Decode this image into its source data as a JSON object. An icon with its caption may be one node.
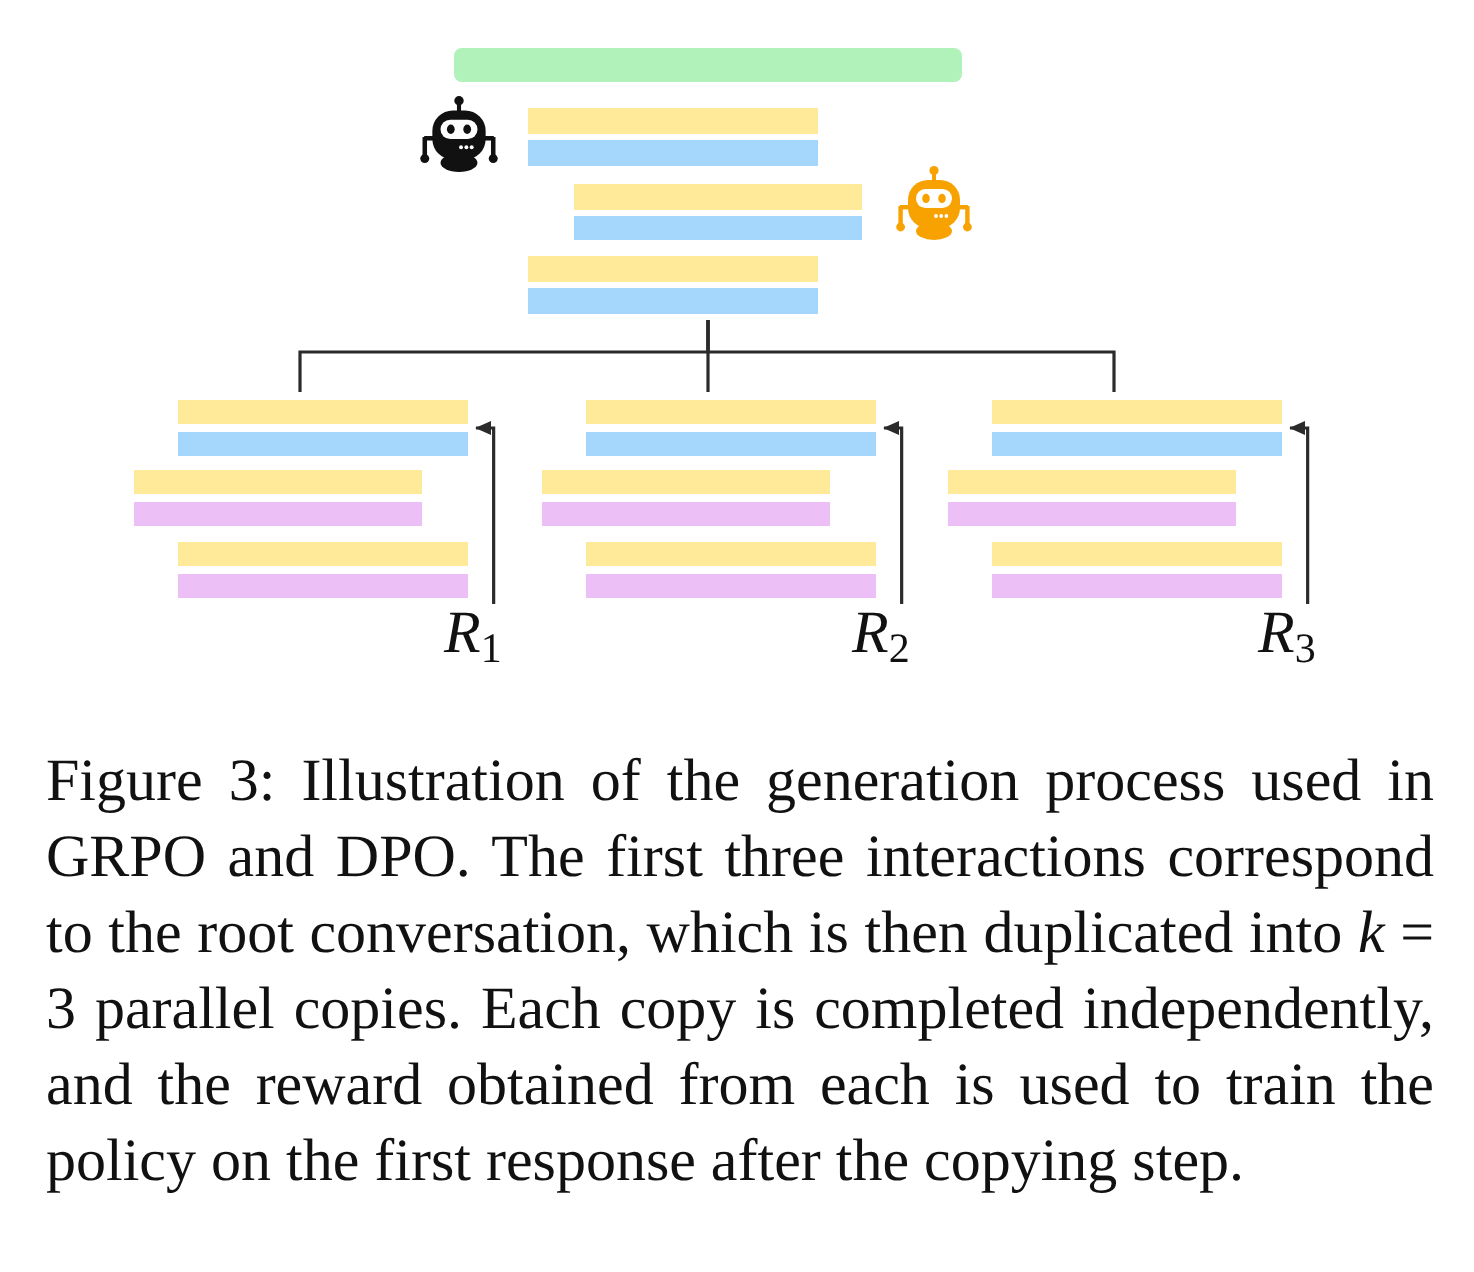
{
  "diagram": {
    "caption": "Figure 3: Illustration of the generation process used in GRPO and DPO. The first three interactions correspond to the root conversation, which is then duplicated into *k* = 3 parallel copies. Each copy is completed independently, and the reward obtained from each is used to train the policy on the first response after the copying step.",
    "nodes": [
      {
        "text": [],
        "shape": "bar"
      },
      {
        "text": [],
        "shape": "bar"
      },
      {
        "text": [],
        "shape": "bar"
      },
      {
        "text": [],
        "shape": "bar"
      },
      {
        "text": [],
        "shape": "bar"
      },
      {
        "text": [],
        "shape": "bar"
      },
      {
        "text": [],
        "shape": "bar"
      },
      {
        "text": [],
        "shape": "bar"
      },
      {
        "text": [],
        "shape": "bar"
      },
      {
        "text": [],
        "shape": "bar"
      },
      {
        "text": [],
        "shape": "bar"
      },
      {
        "text": [],
        "shape": "bar"
      },
      {
        "text": [],
        "shape": "bar"
      },
      {
        "text": [],
        "shape": "bar"
      },
      {
        "text": [],
        "shape": "bar"
      },
      {
        "text": [],
        "shape": "bar"
      },
      {
        "text": [],
        "shape": "bar"
      },
      {
        "text": [],
        "shape": "bar"
      },
      {
        "text": [],
        "shape": "bar"
      },
      {
        "text": [],
        "shape": "bar"
      },
      {
        "text": [],
        "shape": "bar"
      },
      {
        "text": [],
        "shape": "bar"
      },
      {
        "text": [],
        "shape": "bar"
      },
      {
        "text": [],
        "shape": "bar"
      },
      {
        "text": [],
        "shape": "bar"
      },
      {
        "text": [
          "*R*$_{1}$"
        ]
      },
      {
        "text": [
          "*R*$_{2}$"
        ]
      },
      {
        "text": [
          "*R*$_{3}$"
        ]
      }
    ],
    "edges": [
      {
        "from": 6,
        "to": 7,
        "arrow": "none"
      },
      {
        "from": 6,
        "to": 13,
        "arrow": "none"
      },
      {
        "from": 6,
        "to": 19,
        "arrow": "none"
      },
      {
        "from": 25,
        "to": 8,
        "arrow": "to"
      },
      {
        "from": 26,
        "to": 14,
        "arrow": "to"
      },
      {
        "from": 27,
        "to": 20,
        "arrow": "to"
      }
    ]
  }
}
